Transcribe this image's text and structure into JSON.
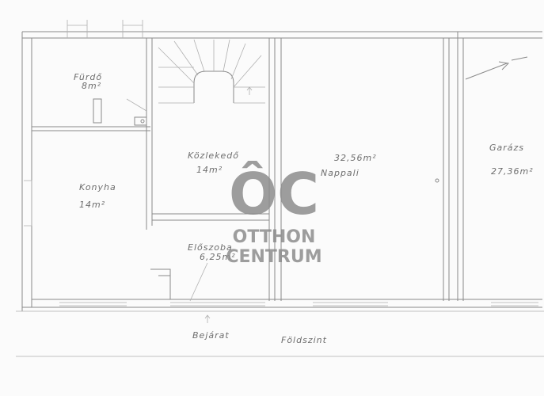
{
  "rooms": {
    "furdo": {
      "name": "Fürdő",
      "area": "8m²"
    },
    "konyha": {
      "name": "Konyha",
      "area": "14m²"
    },
    "kozlekedo": {
      "name": "Közlekedő",
      "area": "14m²"
    },
    "eloszoba": {
      "name": "Előszoba",
      "area": "6,25m²"
    },
    "nappali": {
      "name": "Nappali",
      "area": "32,56m²"
    },
    "garazs": {
      "name": "Garázs",
      "area": "27,36m²"
    }
  },
  "labels": {
    "entrance": "Bejárat",
    "floor": "Földszint"
  },
  "watermark": {
    "logo": "ÔC",
    "line1": "OTTHON",
    "line2": "CENTRUM"
  }
}
